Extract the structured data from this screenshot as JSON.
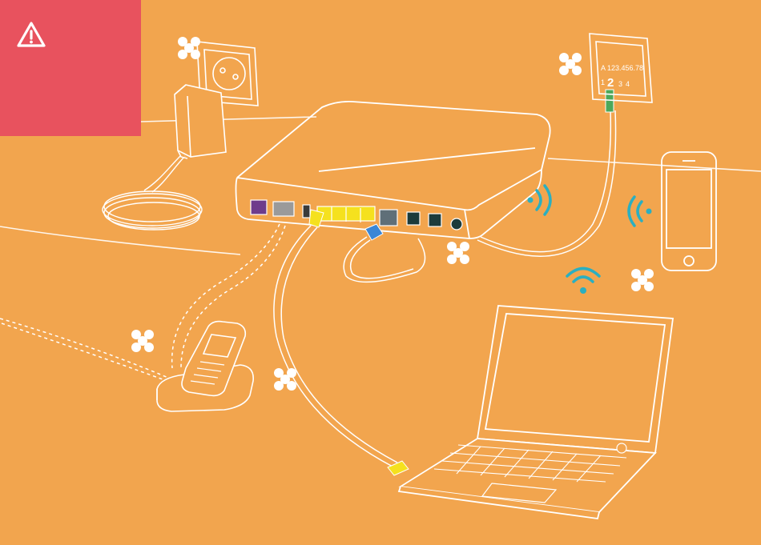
{
  "colors": {
    "background": "#F2A54E",
    "warning_panel": "#E8525E",
    "line": "#FFFFFF",
    "wifi": "#2BAFC0",
    "lan_yellow": "#F5E11E",
    "phone_port_purple": "#6E3C8C",
    "fiber_green": "#4CA85A",
    "blue_plug": "#3A86D6"
  },
  "icons": {
    "warning": "warning-triangle-icon",
    "not_allowed": "cross-mark-icon",
    "wireless": "wifi-signal-icon"
  },
  "wall_socket": {
    "number": "A 123.456.78",
    "line_1": "1",
    "line_2": "2",
    "line_3": "3",
    "line_4": "4"
  }
}
